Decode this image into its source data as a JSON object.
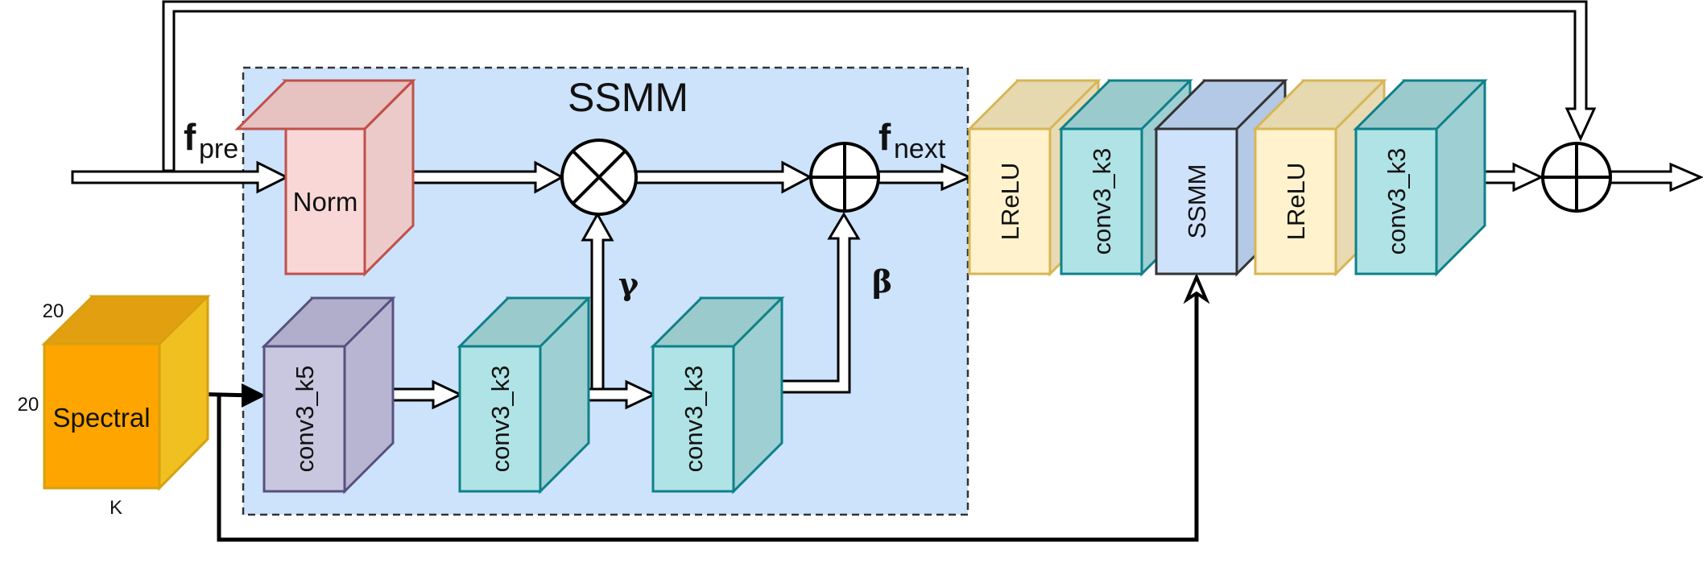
{
  "ssmm_region": {
    "title": "SSMM"
  },
  "blocks": {
    "norm": "Norm",
    "spectral": "Spectral",
    "conv3_k5": "conv3_k5",
    "conv3_k3_a": "conv3_k3",
    "conv3_k3_b": "conv3_k3",
    "lrelu_1": "LReLU",
    "conv3_k3_c": "conv3_k3",
    "ssmm_block": "SSMM",
    "lrelu_2": "LReLU",
    "conv3_k3_d": "conv3_k3"
  },
  "spectral_dims": {
    "depth": "20",
    "height": "20",
    "width": "K"
  },
  "signals": {
    "f_pre_base": "f",
    "f_pre_sub": "pre",
    "f_next_base": "f",
    "f_next_sub": "next",
    "gamma": "γ",
    "beta": "β"
  },
  "colors": {
    "ssmm_bg": "#cce3fb",
    "norm_front": "#f8d7d6",
    "norm_side": "#eccaca",
    "norm_stroke": "#c0504a",
    "spectral_front": "#ffa500",
    "spectral_side": "#f0c020",
    "conv_k5_front": "#c9c6df",
    "conv_k5_side": "#b8b5d3",
    "conv_k5_stroke": "#56517f",
    "conv_k3_front": "#b0e3e6",
    "conv_k3_side": "#9ecfd3",
    "conv_k3_stroke": "#0e8088",
    "lrelu_front": "#fff2cc",
    "lrelu_side": "#e8dab2",
    "lrelu_stroke": "#d6b656",
    "ssmm_block_front": "#cfe2fb",
    "ssmm_block_side": "#b3c9e6",
    "ssmm_block_stroke": "#333333"
  }
}
